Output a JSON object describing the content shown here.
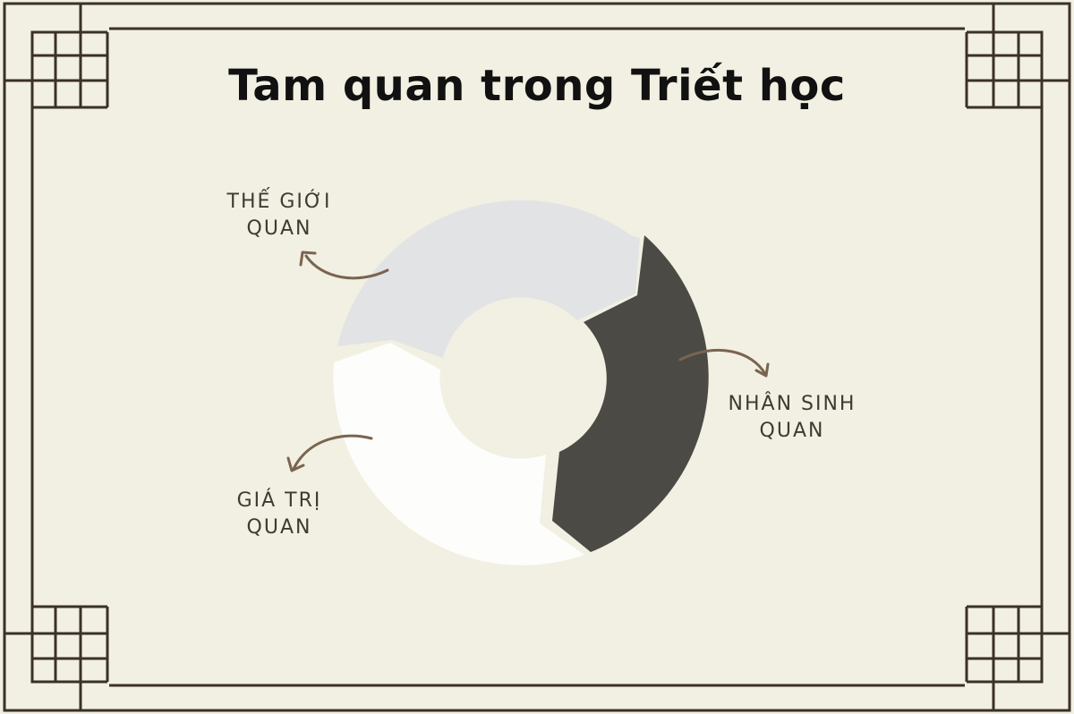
{
  "title": "Tam quan trong Triết học",
  "segments": [
    {
      "id": "the-gioi-quan",
      "lines": [
        "THẾ GIỚI",
        "QUAN"
      ],
      "color": "#e2e3e4"
    },
    {
      "id": "nhan-sinh-quan",
      "lines": [
        "NHÂN SINH",
        "QUAN"
      ],
      "color": "#4c4a45"
    },
    {
      "id": "gia-tri-quan",
      "lines": [
        "GIÁ TRỊ",
        "QUAN"
      ],
      "color": "#fdfdfb"
    }
  ],
  "colors": {
    "background": "#f1f0e2",
    "border": "#3b3128",
    "arrow": "#7a6450",
    "text": "#3f3a33"
  },
  "icons": [
    "curved-arrow-icon",
    "corner-ornament-icon"
  ]
}
